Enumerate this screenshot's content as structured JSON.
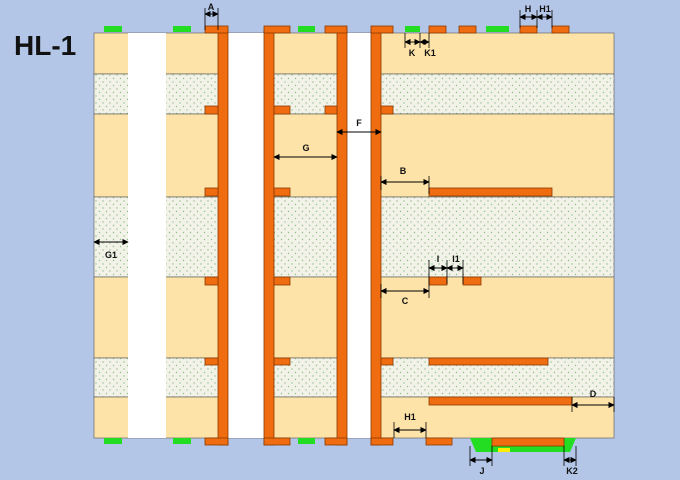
{
  "title": "HL-1",
  "colors": {
    "page_background": "#b4c6e7",
    "core_layer": "#fde3a8",
    "prepreg_layer": "#f2f2e8",
    "prepreg_dots": "#8fbf8a",
    "copper": "#f06c10",
    "copper_outline": "#8a3a00",
    "solder_pad": "#22dd22",
    "plated_hole": "#ffffff",
    "dimension_line": "#000000"
  },
  "dimension_labels": {
    "A": "A",
    "H": "H",
    "H1_top": "H1",
    "K": "K",
    "K1": "K1",
    "F": "F",
    "G": "G",
    "G1": "G1",
    "B": "B",
    "C": "C",
    "I": "I",
    "I1": "I1",
    "D": "D",
    "H1_bottom": "H1",
    "J": "J",
    "K2": "K2"
  }
}
